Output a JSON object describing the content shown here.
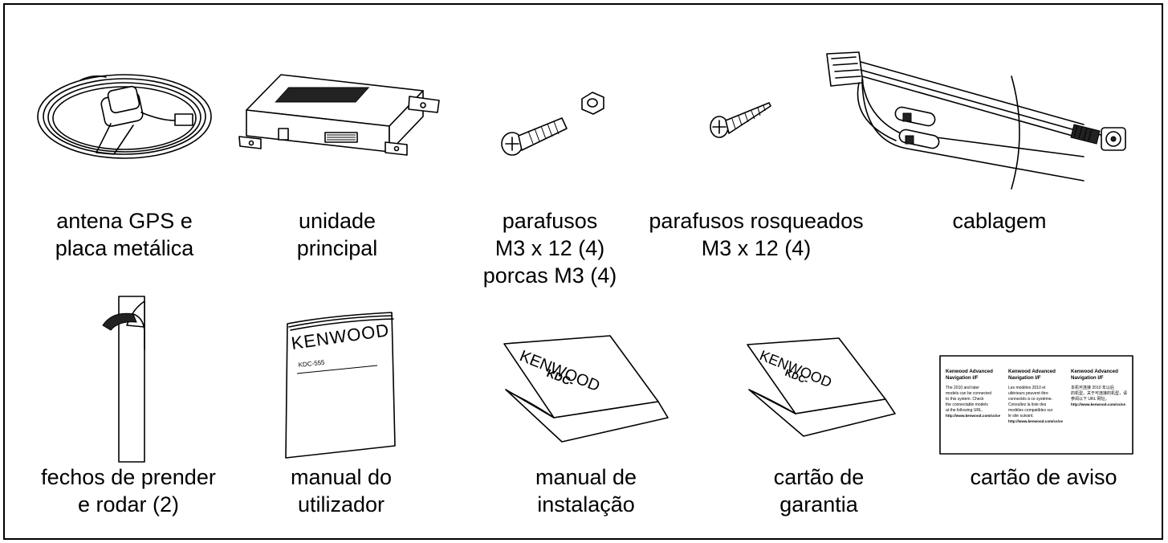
{
  "items": [
    {
      "label_lines": [
        "antena GPS e",
        "placa metálica"
      ]
    },
    {
      "label_lines": [
        "unidade",
        "principal"
      ]
    },
    {
      "label_lines": [
        "parafusos",
        "M3 x 12 (4)",
        "porcas M3 (4)"
      ]
    },
    {
      "label_lines": [
        "parafusos rosqueados",
        "M3 x 12 (4)"
      ]
    },
    {
      "label_lines": [
        "cablagem"
      ]
    },
    {
      "label_lines": [
        "fechos de prender",
        "e rodar (2)"
      ]
    },
    {
      "label_lines": [
        "manual do",
        "utilizador"
      ]
    },
    {
      "label_lines": [
        "manual de",
        "instalação"
      ]
    },
    {
      "label_lines": [
        "cartão de",
        "garantia"
      ]
    },
    {
      "label_lines": [
        "cartão de aviso"
      ]
    }
  ],
  "manual": {
    "brand": "KENWOOD",
    "model": "KDC-555"
  },
  "install_manual": {
    "brand": "KENWOOD",
    "model": "KDC-"
  },
  "warning_card": {
    "columns": [
      {
        "title": "Kenwood Advanced Navigation I/F",
        "body": "The 2010 and later models can be connected to this system. Check the connectable models at the following URL.",
        "url": "http://www.kenwood.com/cs/ce"
      },
      {
        "title": "Kenwood Advanced Navigation I/F",
        "body": "Les modèles 2010 et ultérieurs peuvent être connectés à ce système. Consultez la liste des modèles compatibles sur le site suivant.",
        "url": "http://www.kenwood.com/cs/ce"
      },
      {
        "title": "Kenwood Advanced Navigation I/F",
        "body": "本机可连接 2010 年以后的机型。关于可连接的机型，请参阅以下 URL 网址。",
        "url": "http://www.kenwood.com/cs/ce"
      }
    ]
  }
}
